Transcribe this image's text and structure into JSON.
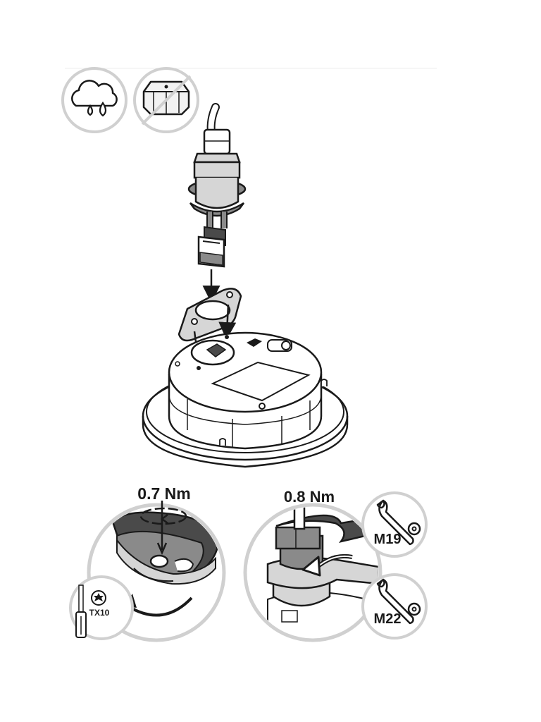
{
  "icons": {
    "weather": "cloud-rain-icon",
    "no_cap": "no-cap-icon",
    "wrench": "wrench-icon",
    "torx": "torx-icon"
  },
  "detail_left": {
    "torque": "0.7 Nm",
    "tool": "TX10"
  },
  "detail_right": {
    "torque": "0.8 Nm",
    "wrench_top": "M19",
    "wrench_bottom": "M22"
  },
  "colors": {
    "line": "#1a1a1a",
    "mid_gray": "#8a8a8a",
    "light_gray": "#d6d6d6",
    "dark_gray": "#4a4a4a"
  }
}
